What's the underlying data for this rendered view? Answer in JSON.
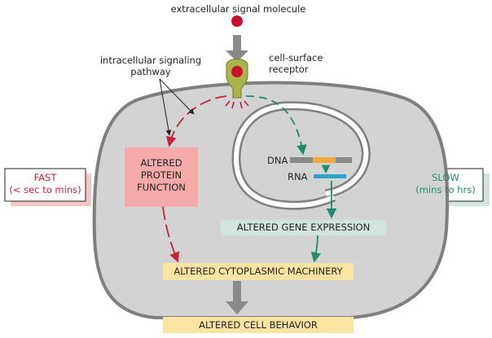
{
  "labels": {
    "signal_molecule": "extracellular signal molecule",
    "receptor_line1": "cell-surface",
    "receptor_line2": "receptor",
    "pathway_line1": "intracellular signaling",
    "pathway_line2": "pathway",
    "protein_line1": "ALTERED",
    "protein_line2": "PROTEIN",
    "protein_line3": "FUNCTION",
    "dna": "DNA",
    "rna": "RNA",
    "gene_expression": "ALTERED GENE EXPRESSION",
    "cytoplasmic": "ALTERED CYTOPLASMIC MACHINERY",
    "behavior": "ALTERED CELL BEHAVIOR"
  },
  "fast": {
    "line1": "FAST",
    "line2": "(< sec to mins)",
    "color": "#c8223a"
  },
  "slow": {
    "line1": "SLOW",
    "line2": "(mins to hrs)",
    "color": "#1f8a6e"
  },
  "colors": {
    "cell_fill": "#d3d3d3",
    "cell_stroke": "#7f7f7f",
    "signal": "#c8102e",
    "receptor": "#a9b54a",
    "fast_arrow": "#c8223a",
    "slow_arrow": "#1f8a6e",
    "protein_box": "#f6aaa9",
    "gene_box": "#d2e5dc",
    "cyto_box": "#fbe3a2",
    "behavior_box": "#fbe3a2",
    "dna_gene": "#f0a93b",
    "rna": "#2aa6c8",
    "gray_arrow": "#8a8a8a"
  }
}
